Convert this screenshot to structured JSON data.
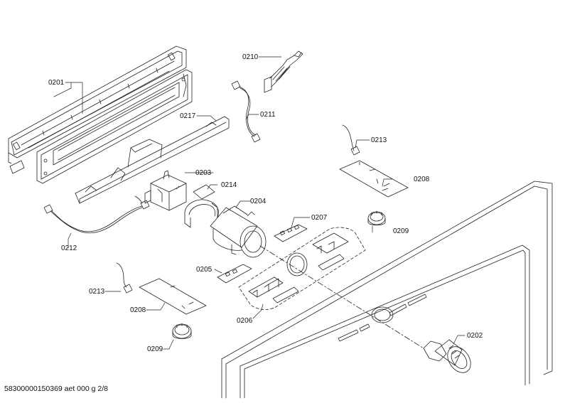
{
  "footer": "58300000150369 aet 000 g 2/8",
  "labels": {
    "p0201": "0201",
    "p0210": "0210",
    "p0217": "0217",
    "p0211": "0211",
    "p0213a": "0213",
    "p0203": "0203",
    "p0214": "0214",
    "p0204": "0204",
    "p0208a": "0208",
    "p0212": "0212",
    "p0207": "0207",
    "p0209a": "0209",
    "p0205": "0205",
    "p0213b": "0213",
    "p0208b": "0208",
    "p0206": "0206",
    "p0202": "0202",
    "p0209b": "0209"
  }
}
